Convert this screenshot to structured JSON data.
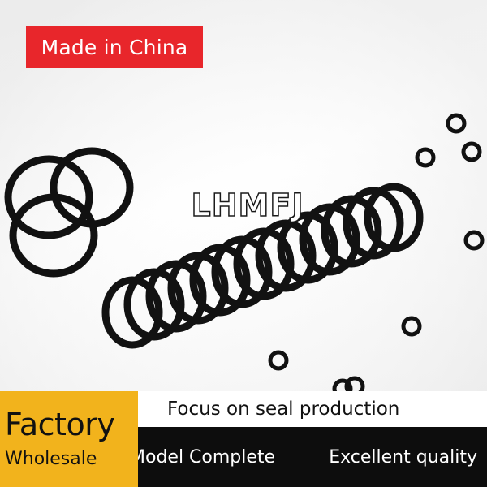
{
  "badge": {
    "text": "Made in China",
    "color": "#e8262b"
  },
  "watermark": {
    "text": "LHMFJ"
  },
  "footer": {
    "factory": "Factory",
    "wholesale": "Wholesale",
    "tagline": "Focus on seal production",
    "model": "Model Complete",
    "quality": "Excellent quality",
    "accent_color": "#f2b31c"
  }
}
